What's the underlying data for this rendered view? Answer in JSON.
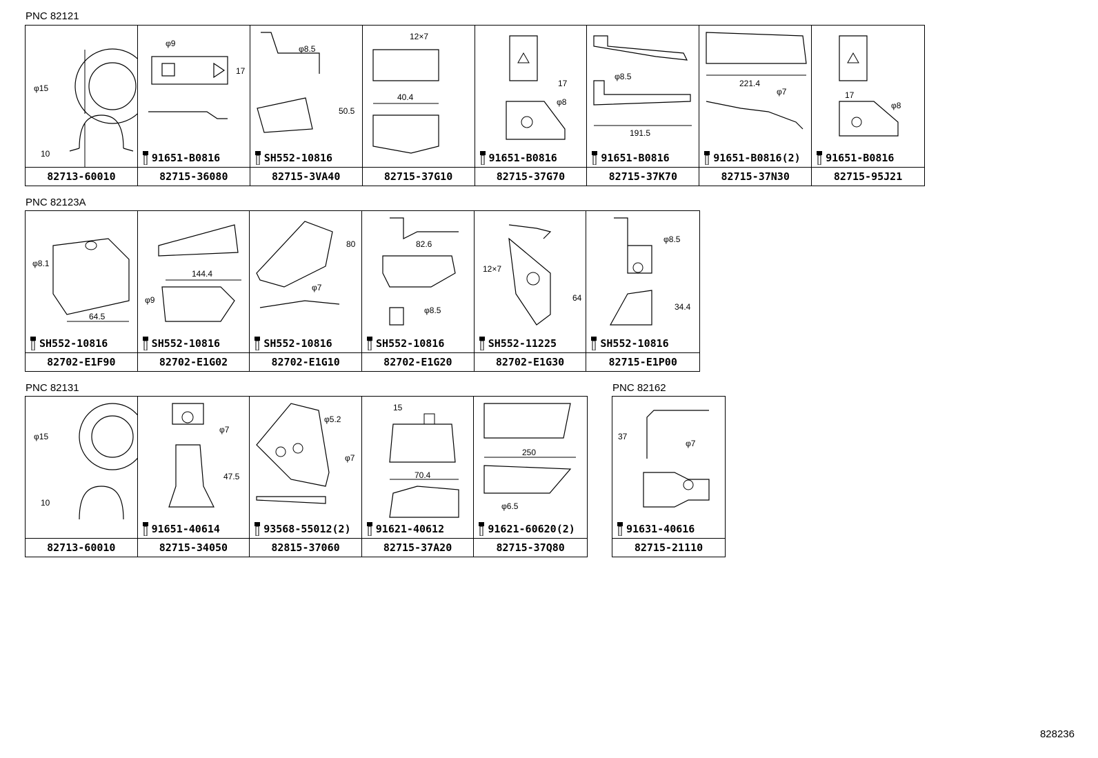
{
  "groups": [
    {
      "pnc": "PNC 82121",
      "cells": [
        {
          "part": "82713-60010",
          "bolt": "",
          "dims": [
            "φ15",
            "10"
          ]
        },
        {
          "part": "82715-36080",
          "bolt": "91651-B0816",
          "dims": [
            "φ9",
            "17"
          ]
        },
        {
          "part": "82715-3VA40",
          "bolt": "SH552-10816",
          "dims": [
            "φ8.5",
            "50.5"
          ]
        },
        {
          "part": "82715-37G10",
          "bolt": "",
          "dims": [
            "12×7",
            "40.4"
          ]
        },
        {
          "part": "82715-37G70",
          "bolt": "91651-B0816",
          "dims": [
            "17",
            "φ8"
          ]
        },
        {
          "part": "82715-37K70",
          "bolt": "91651-B0816",
          "dims": [
            "φ8.5",
            "191.5"
          ]
        },
        {
          "part": "82715-37N30",
          "bolt": "91651-B0816(2)",
          "dims": [
            "221.4",
            "φ7"
          ]
        },
        {
          "part": "82715-95J21",
          "bolt": "91651-B0816",
          "dims": [
            "17",
            "φ8"
          ]
        }
      ]
    },
    {
      "pnc": "PNC 82123A",
      "cells": [
        {
          "part": "82702-E1F90",
          "bolt": "SH552-10816",
          "dims": [
            "φ8.1",
            "64.5"
          ]
        },
        {
          "part": "82702-E1G02",
          "bolt": "SH552-10816",
          "dims": [
            "144.4",
            "φ9"
          ]
        },
        {
          "part": "82702-E1G10",
          "bolt": "SH552-10816",
          "dims": [
            "80",
            "φ7"
          ]
        },
        {
          "part": "82702-E1G20",
          "bolt": "SH552-10816",
          "dims": [
            "82.6",
            "φ8.5"
          ]
        },
        {
          "part": "82702-E1G30",
          "bolt": "SH552-11225",
          "dims": [
            "12×7",
            "64"
          ]
        },
        {
          "part": "82715-E1P00",
          "bolt": "SH552-10816",
          "dims": [
            "φ8.5",
            "34.4"
          ]
        }
      ]
    },
    {
      "pnc": "PNC 82131",
      "cells": [
        {
          "part": "82713-60010",
          "bolt": "",
          "dims": [
            "φ15",
            "10"
          ]
        },
        {
          "part": "82715-34050",
          "bolt": "91651-40614",
          "dims": [
            "φ7",
            "47.5"
          ]
        },
        {
          "part": "82815-37060",
          "bolt": "93568-55012(2)",
          "dims": [
            "φ5.2",
            "φ7"
          ]
        },
        {
          "part": "82715-37A20",
          "bolt": "91621-40612",
          "dims": [
            "15",
            "70.4"
          ]
        },
        {
          "part": "82715-37Q80",
          "bolt": "91621-60620(2)",
          "dims": [
            "250",
            "φ6.5"
          ]
        }
      ]
    },
    {
      "pnc": "PNC 82162",
      "cells": [
        {
          "part": "82715-21110",
          "bolt": "91631-40616",
          "dims": [
            "37",
            "φ7"
          ]
        }
      ]
    }
  ],
  "footer": "828236"
}
